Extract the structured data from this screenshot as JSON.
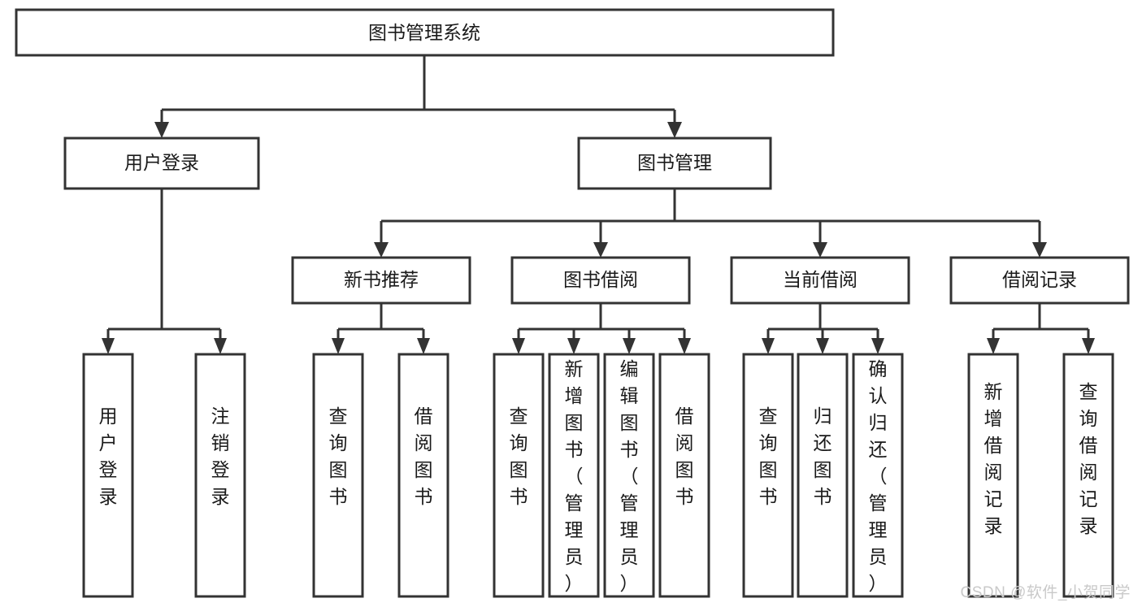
{
  "diagram": {
    "type": "tree-hierarchy",
    "title": "图书管理系统",
    "orientation": "top-down",
    "colors": {
      "box_fill": "#ffffff",
      "box_stroke": "#333333",
      "text": "#1a1a1a",
      "watermark": "#c9c9c9",
      "background": "#ffffff"
    },
    "root": {
      "id": "root",
      "label": "图书管理系统"
    },
    "level2": [
      {
        "id": "user-login",
        "label": "用户登录"
      },
      {
        "id": "book-management",
        "label": "图书管理"
      }
    ],
    "level3": [
      {
        "id": "new-book-recommend",
        "label": "新书推荐",
        "parent": "book-management"
      },
      {
        "id": "book-borrow",
        "label": "图书借阅",
        "parent": "book-management"
      },
      {
        "id": "current-borrow",
        "label": "当前借阅",
        "parent": "book-management"
      },
      {
        "id": "borrow-record",
        "label": "借阅记录",
        "parent": "book-management"
      }
    ],
    "leaves": [
      {
        "id": "leaf-user-login",
        "label": "用户登录",
        "parent": "user-login"
      },
      {
        "id": "leaf-logout-login",
        "label": "注销登录",
        "parent": "user-login"
      },
      {
        "id": "leaf-query-book-1",
        "label": "查询图书",
        "parent": "new-book-recommend"
      },
      {
        "id": "leaf-borrow-book-1",
        "label": "借阅图书",
        "parent": "new-book-recommend"
      },
      {
        "id": "leaf-query-book-2",
        "label": "查询图书",
        "parent": "book-borrow"
      },
      {
        "id": "leaf-add-book",
        "label": "新增图书（管理员）",
        "parent": "book-borrow"
      },
      {
        "id": "leaf-edit-book",
        "label": "编辑图书（管理员）",
        "parent": "book-borrow"
      },
      {
        "id": "leaf-borrow-book-2",
        "label": "借阅图书",
        "parent": "book-borrow"
      },
      {
        "id": "leaf-query-book-3",
        "label": "查询图书",
        "parent": "current-borrow"
      },
      {
        "id": "leaf-return-book",
        "label": "归还图书",
        "parent": "current-borrow"
      },
      {
        "id": "leaf-confirm-return",
        "label": "确认归还（管理员）",
        "parent": "current-borrow"
      },
      {
        "id": "leaf-add-borrow-record",
        "label": "新增借阅记录",
        "parent": "borrow-record"
      },
      {
        "id": "leaf-query-borrow-record",
        "label": "查询借阅记录",
        "parent": "borrow-record"
      }
    ]
  },
  "watermark": {
    "text": "CSDN @软件_小贺同学"
  }
}
